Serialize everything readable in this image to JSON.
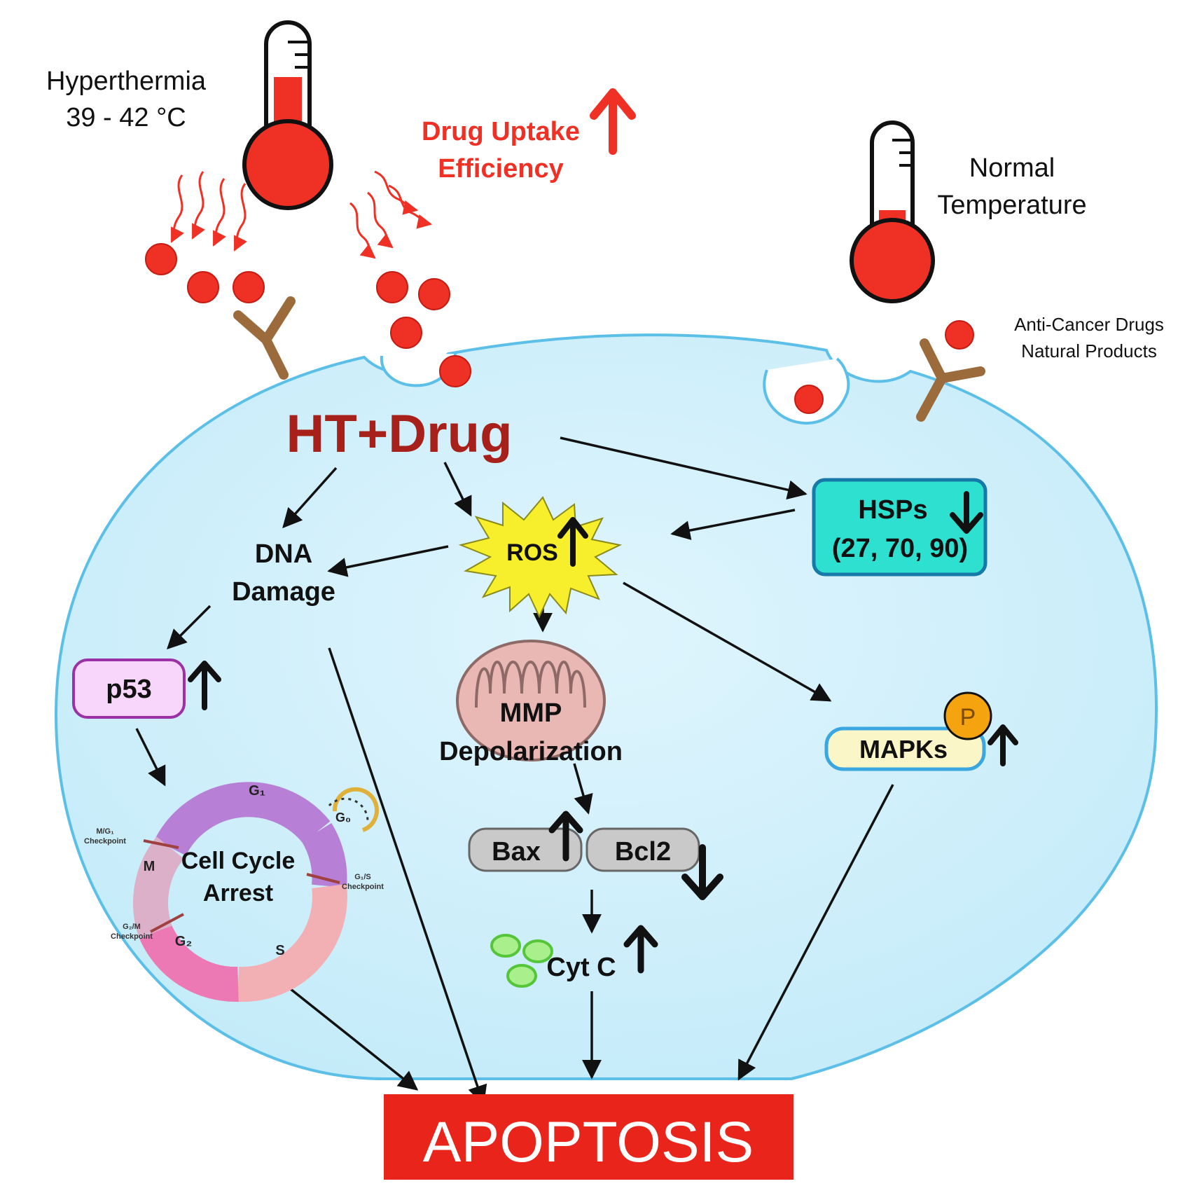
{
  "hyperthermia": {
    "line1": "Hyperthermia",
    "line2": "39 - 42 °C"
  },
  "uptake": {
    "line1": "Drug Uptake",
    "line2": "Efficiency"
  },
  "normal_temp": {
    "line1": "Normal",
    "line2": "Temperature"
  },
  "drugs_label": {
    "line1": "Anti-Cancer Drugs",
    "line2": "Natural Products"
  },
  "ht_drug": "HT+Drug",
  "ros": "ROS",
  "hsps": {
    "line1": "HSPs",
    "line2": "(27, 70, 90)"
  },
  "dna_damage": {
    "line1": "DNA",
    "line2": "Damage"
  },
  "p53": "p53",
  "mmp": {
    "line1": "MMP",
    "line2": "Depolarization"
  },
  "mapks": "MAPKs",
  "phospho": "P",
  "bax": "Bax",
  "bcl2": "Bcl2",
  "cytc": "Cyt C",
  "cell_cycle": {
    "line1": "Cell Cycle",
    "line2": "Arrest",
    "phase_g1": "G₁",
    "phase_g0": "G₀",
    "phase_m": "M",
    "phase_g2": "G₂",
    "phase_s": "S",
    "mg1_checkpoint": {
      "line1": "M/G₁",
      "line2": "Checkpoint"
    },
    "g1s_checkpoint": {
      "line1": "G₁/S",
      "line2": "Checkpoint"
    },
    "g2m_checkpoint": {
      "line1": "G₂/M",
      "line2": "Checkpoint"
    }
  },
  "apoptosis": "APOPTOSIS",
  "colors": {
    "cell_fill": "#cdeefa",
    "cell_stroke": "#5bbfe8",
    "drug_red": "#ee3124",
    "ht_text": "#a8201a",
    "hsp_fill": "#2ee0d0",
    "apoptosis_bg": "#e8241b"
  }
}
